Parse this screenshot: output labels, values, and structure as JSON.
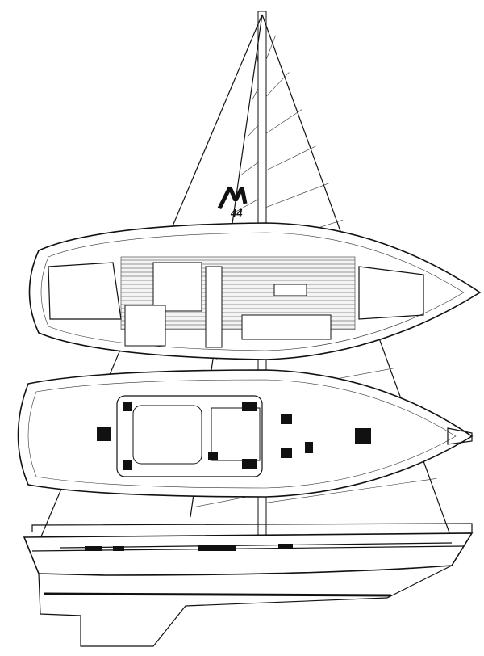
{
  "drawing": {
    "logo_text": "M 44",
    "views": [
      "sail-plan",
      "interior-plan",
      "deck-plan",
      "profile"
    ],
    "line_color": "#111111",
    "background": "#ffffff"
  }
}
